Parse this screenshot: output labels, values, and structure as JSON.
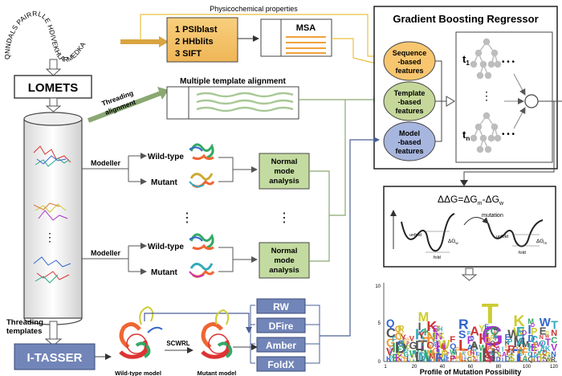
{
  "sequence": "QNNDALS PAIRRLLE HDIVEKHLARMEDKA",
  "physicochemical_label": "Physicochemical properties",
  "tools": [
    "1 PSIblast",
    "2 HHblits",
    "3 SIFT"
  ],
  "msa_label": "MSA",
  "lomets_label": "LOMETS",
  "threading_alignment": [
    "Threading",
    "alignment"
  ],
  "multiple_template_label": "Multiple template alignment",
  "modeller_label": "Modeller",
  "wildtype_label": "Wild-type",
  "mutant_label": "Mutant",
  "nma_label": [
    "Normal",
    "mode",
    "analysis"
  ],
  "vdots": "⋮",
  "gbr_title": "Gradient Boosting Regressor",
  "features": {
    "sequence": [
      "Sequence",
      "-based",
      "features"
    ],
    "template": [
      "Template",
      "-based",
      "features"
    ],
    "model": [
      "Model",
      "-based",
      "features"
    ]
  },
  "tree_labels": [
    "t",
    "t"
  ],
  "tree_subs": [
    "1",
    "n"
  ],
  "ellipsis": "• • •",
  "ddg_formula": {
    "main": "ΔΔG=ΔG",
    "m": "m",
    "minus": "-ΔG",
    "w": "w"
  },
  "energy_labels": {
    "unfold": "unfold",
    "fold": "fold",
    "mutation": "mutation",
    "dg": "ΔG",
    "w": "w",
    "m": "m"
  },
  "threading_templates": [
    "Threading",
    "templates"
  ],
  "itasser_label": "I-TASSER",
  "scwrl_label": "SCWRL",
  "wildtype_model": "Wild-type model",
  "mutant_model": "Mutant model",
  "energy_terms": [
    "RW",
    "DFire",
    "Amber",
    "FoldX"
  ],
  "profile_label": "Profile of Mutation Possibility",
  "logo_y_ticks": [
    "10",
    "5",
    "0"
  ],
  "logo_x_ticks": [
    "1",
    "20",
    "40",
    "60",
    "80",
    "100",
    "120"
  ],
  "colors": {
    "orange": "#f5c36b",
    "orange_dark": "#d9a441",
    "lightgreen": "#c7d9a0",
    "green_box": "#c3dba0",
    "olive": "#bfcf8b",
    "blue_box": "#7285b8",
    "blue_dark": "#4a5f94",
    "feature_orange": "#f7c66f",
    "feature_green": "#c5d89a",
    "feature_blue": "#a7b6de",
    "arrow_gray": "#b4b4b4",
    "line_yellow": "#e9c13f"
  }
}
